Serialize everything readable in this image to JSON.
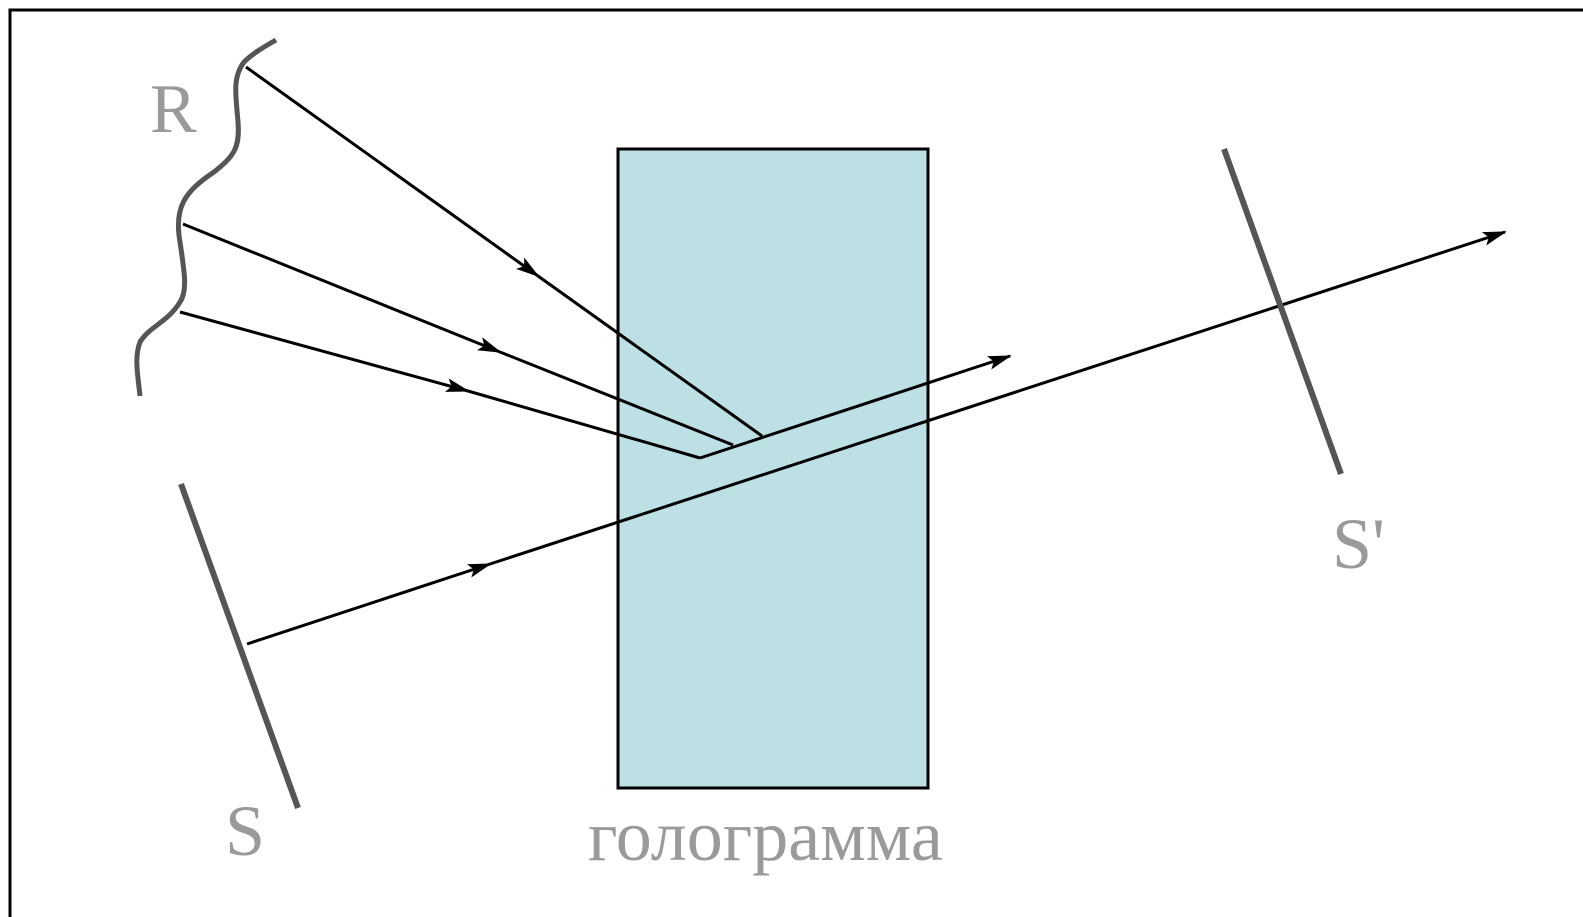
{
  "labels": {
    "reference_wave": "R",
    "object_wave": "S",
    "reconstructed_wave": "S'",
    "hologram": "голограмма"
  },
  "colors": {
    "hologram_fill": "#bce0e3",
    "ray": "#000000",
    "wavefront": "#555555",
    "label": "#9a9a9a",
    "frame": "#000000"
  }
}
